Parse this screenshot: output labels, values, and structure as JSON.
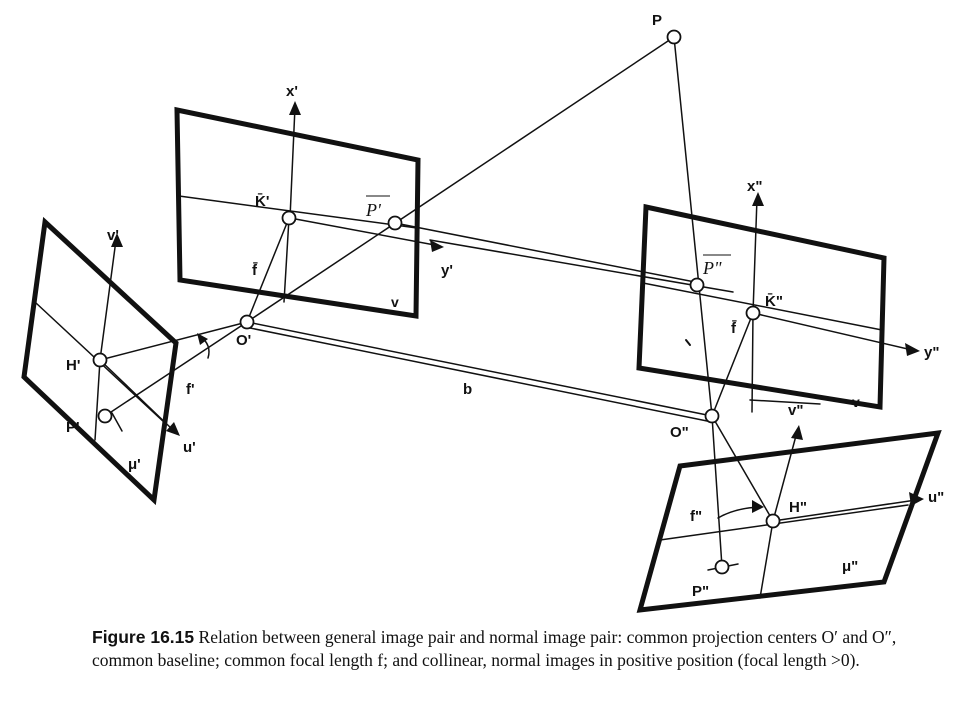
{
  "labels": {
    "P": "P",
    "x1": "x'",
    "K1": "K̄'",
    "Pbar1": "P'",
    "fbar1": "f̄",
    "y1": "y'",
    "v_left": "v",
    "O1": "O'",
    "v1": "v'",
    "H1": "H'",
    "P1": "P'",
    "mu1": "μ'",
    "u1": "u'",
    "f1": "f'",
    "b": "b",
    "x2": "x\"",
    "Pbar2": "P\"",
    "K2": "K̄\"",
    "fbar2": "f̄",
    "y2": "y\"",
    "v_right": "v",
    "O2": "O\"",
    "v2": "v\"",
    "u2": "u\"",
    "f2": "f\"",
    "H2": "H\"",
    "mu2": "μ\"",
    "P2": "P\""
  },
  "caption": {
    "figure_number": "Figure 16.15",
    "text": " Relation between general image pair and normal image pair: common projection centers O′ and O″, common baseline; common focal length f; and collinear, normal images in positive position (focal length >0)."
  }
}
